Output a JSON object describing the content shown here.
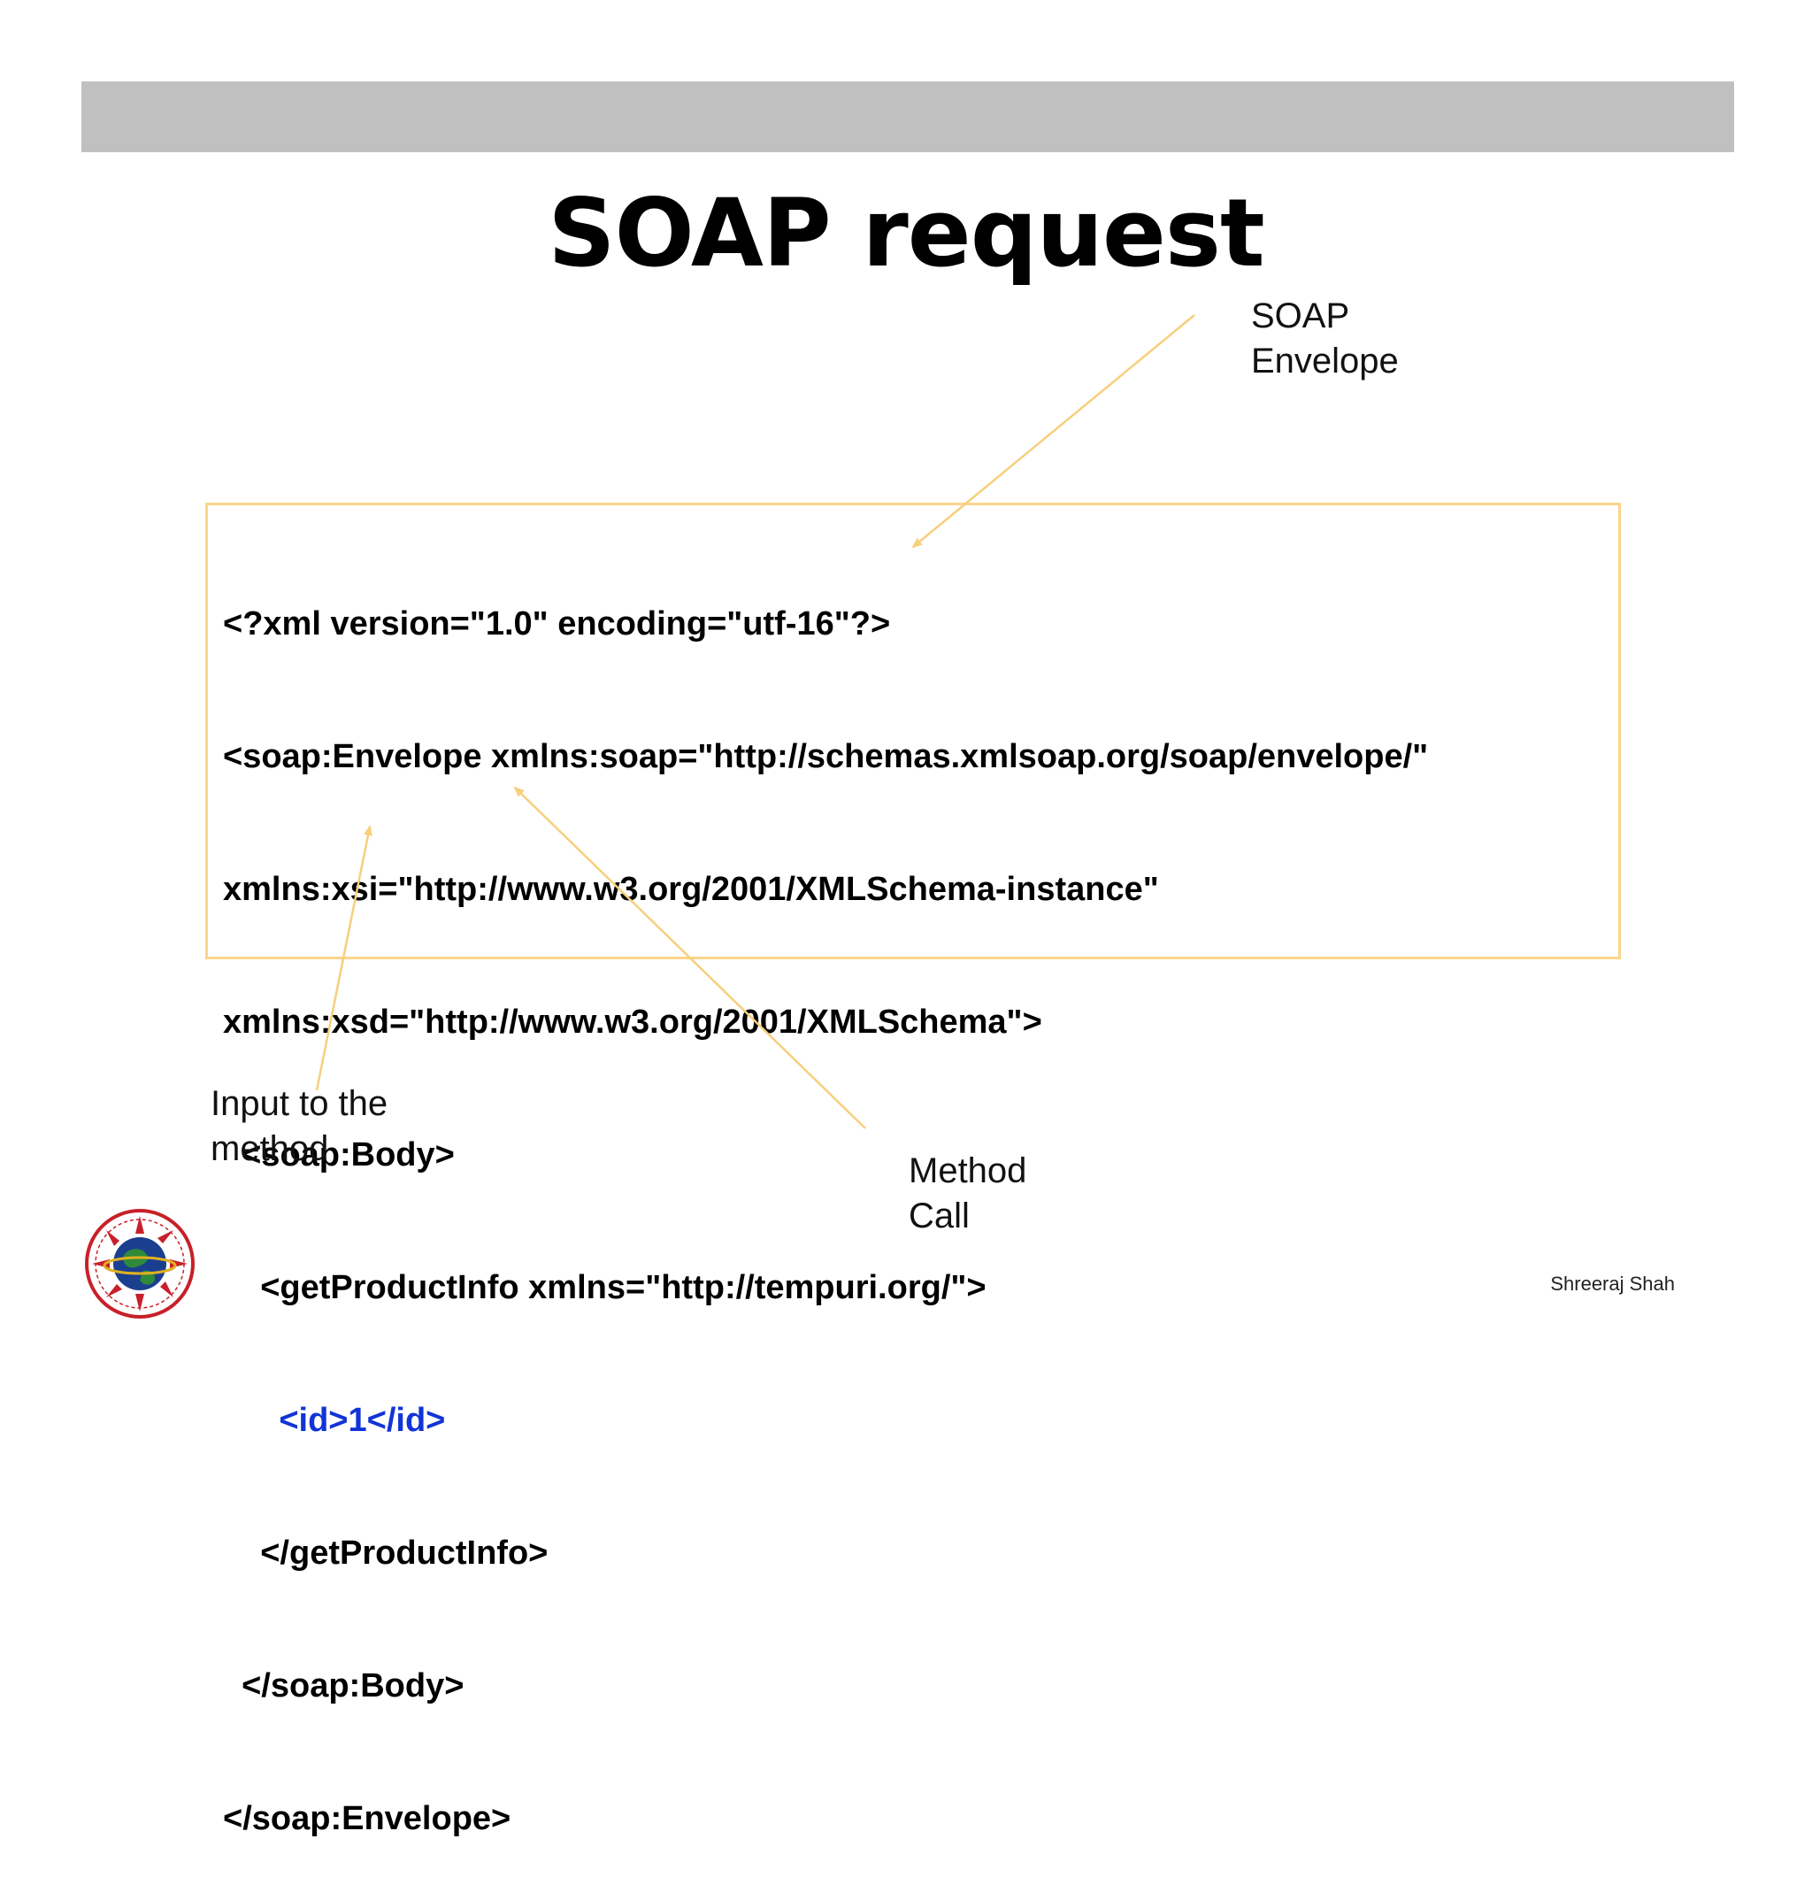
{
  "slide": {
    "title": "SOAP request",
    "callouts": {
      "envelope": [
        "SOAP",
        "Envelope"
      ],
      "input": [
        "Input to the",
        "method"
      ],
      "method": [
        "Method",
        "Call"
      ]
    },
    "code_lines": [
      "<?xml version=\"1.0\" encoding=\"utf-16\"?>",
      "<soap:Envelope xmlns:soap=\"http://schemas.xmlsoap.org/soap/envelope/\"",
      "xmlns:xsi=\"http://www.w3.org/2001/XMLSchema-instance\"",
      "xmlns:xsd=\"http://www.w3.org/2001/XMLSchema\">",
      "  <soap:Body>",
      "    <getProductInfo xmlns=\"http://tempuri.org/\">",
      "      <id>1</id>",
      "    </getProductInfo>",
      "  </soap:Body>",
      "</soap:Envelope>"
    ],
    "author": "Shreeraj Shah"
  },
  "colors": {
    "top_bar": "#c0c0c0",
    "code_border": "#fad58a",
    "arrow": "#f7cf7d",
    "highlight_code": "#1234d6"
  }
}
